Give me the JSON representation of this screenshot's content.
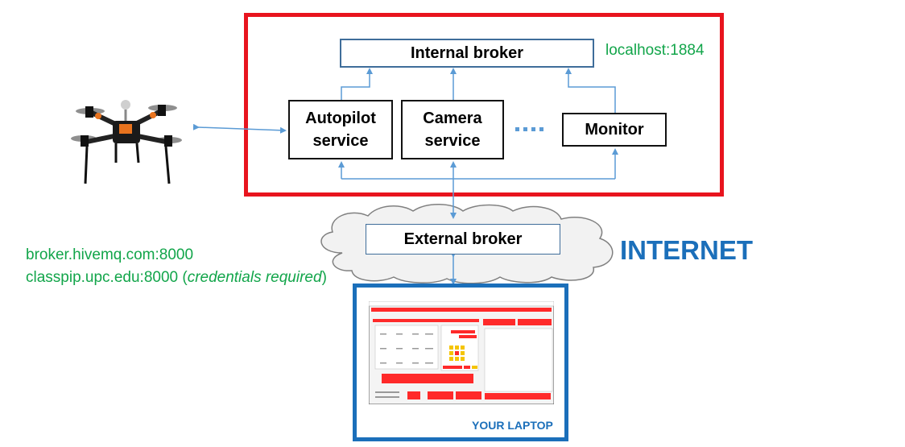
{
  "nodes": {
    "internal_broker": "Internal broker",
    "autopilot_line1": "Autopilot",
    "autopilot_line2": "service",
    "camera_line1": "Camera",
    "camera_line2": "service",
    "ellipsis": "....",
    "monitor": "Monitor",
    "external_broker": "External broker"
  },
  "labels": {
    "localhost": "localhost:1884",
    "internet": "INTERNET",
    "hivemq": "broker.hivemq.com:8000",
    "classpip_prefix": "classpip.upc.edu:8000 (",
    "classpip_italic": "credentials required",
    "classpip_suffix": ")",
    "laptop": "YOUR LAPTOP"
  },
  "colors": {
    "onboard_border": "#e8141e",
    "laptop_border": "#1b6fba",
    "arrow": "#5b9bd5",
    "green_text": "#12a54a",
    "internet_text": "#1b6fba"
  },
  "icons": [
    "drone-icon",
    "cloud-icon",
    "laptop-app-screenshot-icon"
  ]
}
